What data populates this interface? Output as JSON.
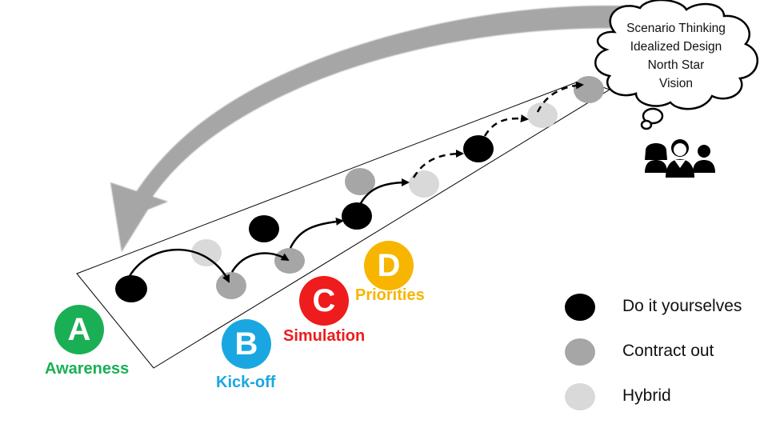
{
  "colors": {
    "do_it_yourselves": "#000000",
    "contract_out": "#a6a6a6",
    "hybrid": "#d9d9d9",
    "return_arrow": "#a6a6a6",
    "stage_a": "#1aaf54",
    "stage_b": "#1aa7e1",
    "stage_c": "#ee1c1c",
    "stage_d": "#f7b500"
  },
  "vision_cloud": {
    "lines": [
      "Scenario Thinking",
      "Idealized Design",
      "North Star",
      "Vision"
    ]
  },
  "stages": [
    {
      "letter": "A",
      "label": "Awareness"
    },
    {
      "letter": "B",
      "label": "Kick-off"
    },
    {
      "letter": "C",
      "label": "Simulation"
    },
    {
      "letter": "D",
      "label": "Priorities"
    }
  ],
  "legend": [
    {
      "key": "do_it_yourselves",
      "label": "Do it yourselves"
    },
    {
      "key": "contract_out",
      "label": "Contract out"
    },
    {
      "key": "hybrid",
      "label": "Hybrid"
    }
  ],
  "path_nodes": [
    {
      "type": "do_it_yourselves",
      "on_path": true
    },
    {
      "type": "hybrid",
      "on_path": false
    },
    {
      "type": "contract_out",
      "on_path": true
    },
    {
      "type": "do_it_yourselves",
      "on_path": false
    },
    {
      "type": "contract_out",
      "on_path": true
    },
    {
      "type": "contract_out",
      "on_path": false
    },
    {
      "type": "do_it_yourselves",
      "on_path": true
    },
    {
      "type": "hybrid",
      "on_path": true
    },
    {
      "type": "do_it_yourselves",
      "on_path": true
    },
    {
      "type": "hybrid",
      "on_path": true
    },
    {
      "type": "contract_out",
      "on_path": true
    }
  ],
  "people_icon": "group-of-people-icon"
}
